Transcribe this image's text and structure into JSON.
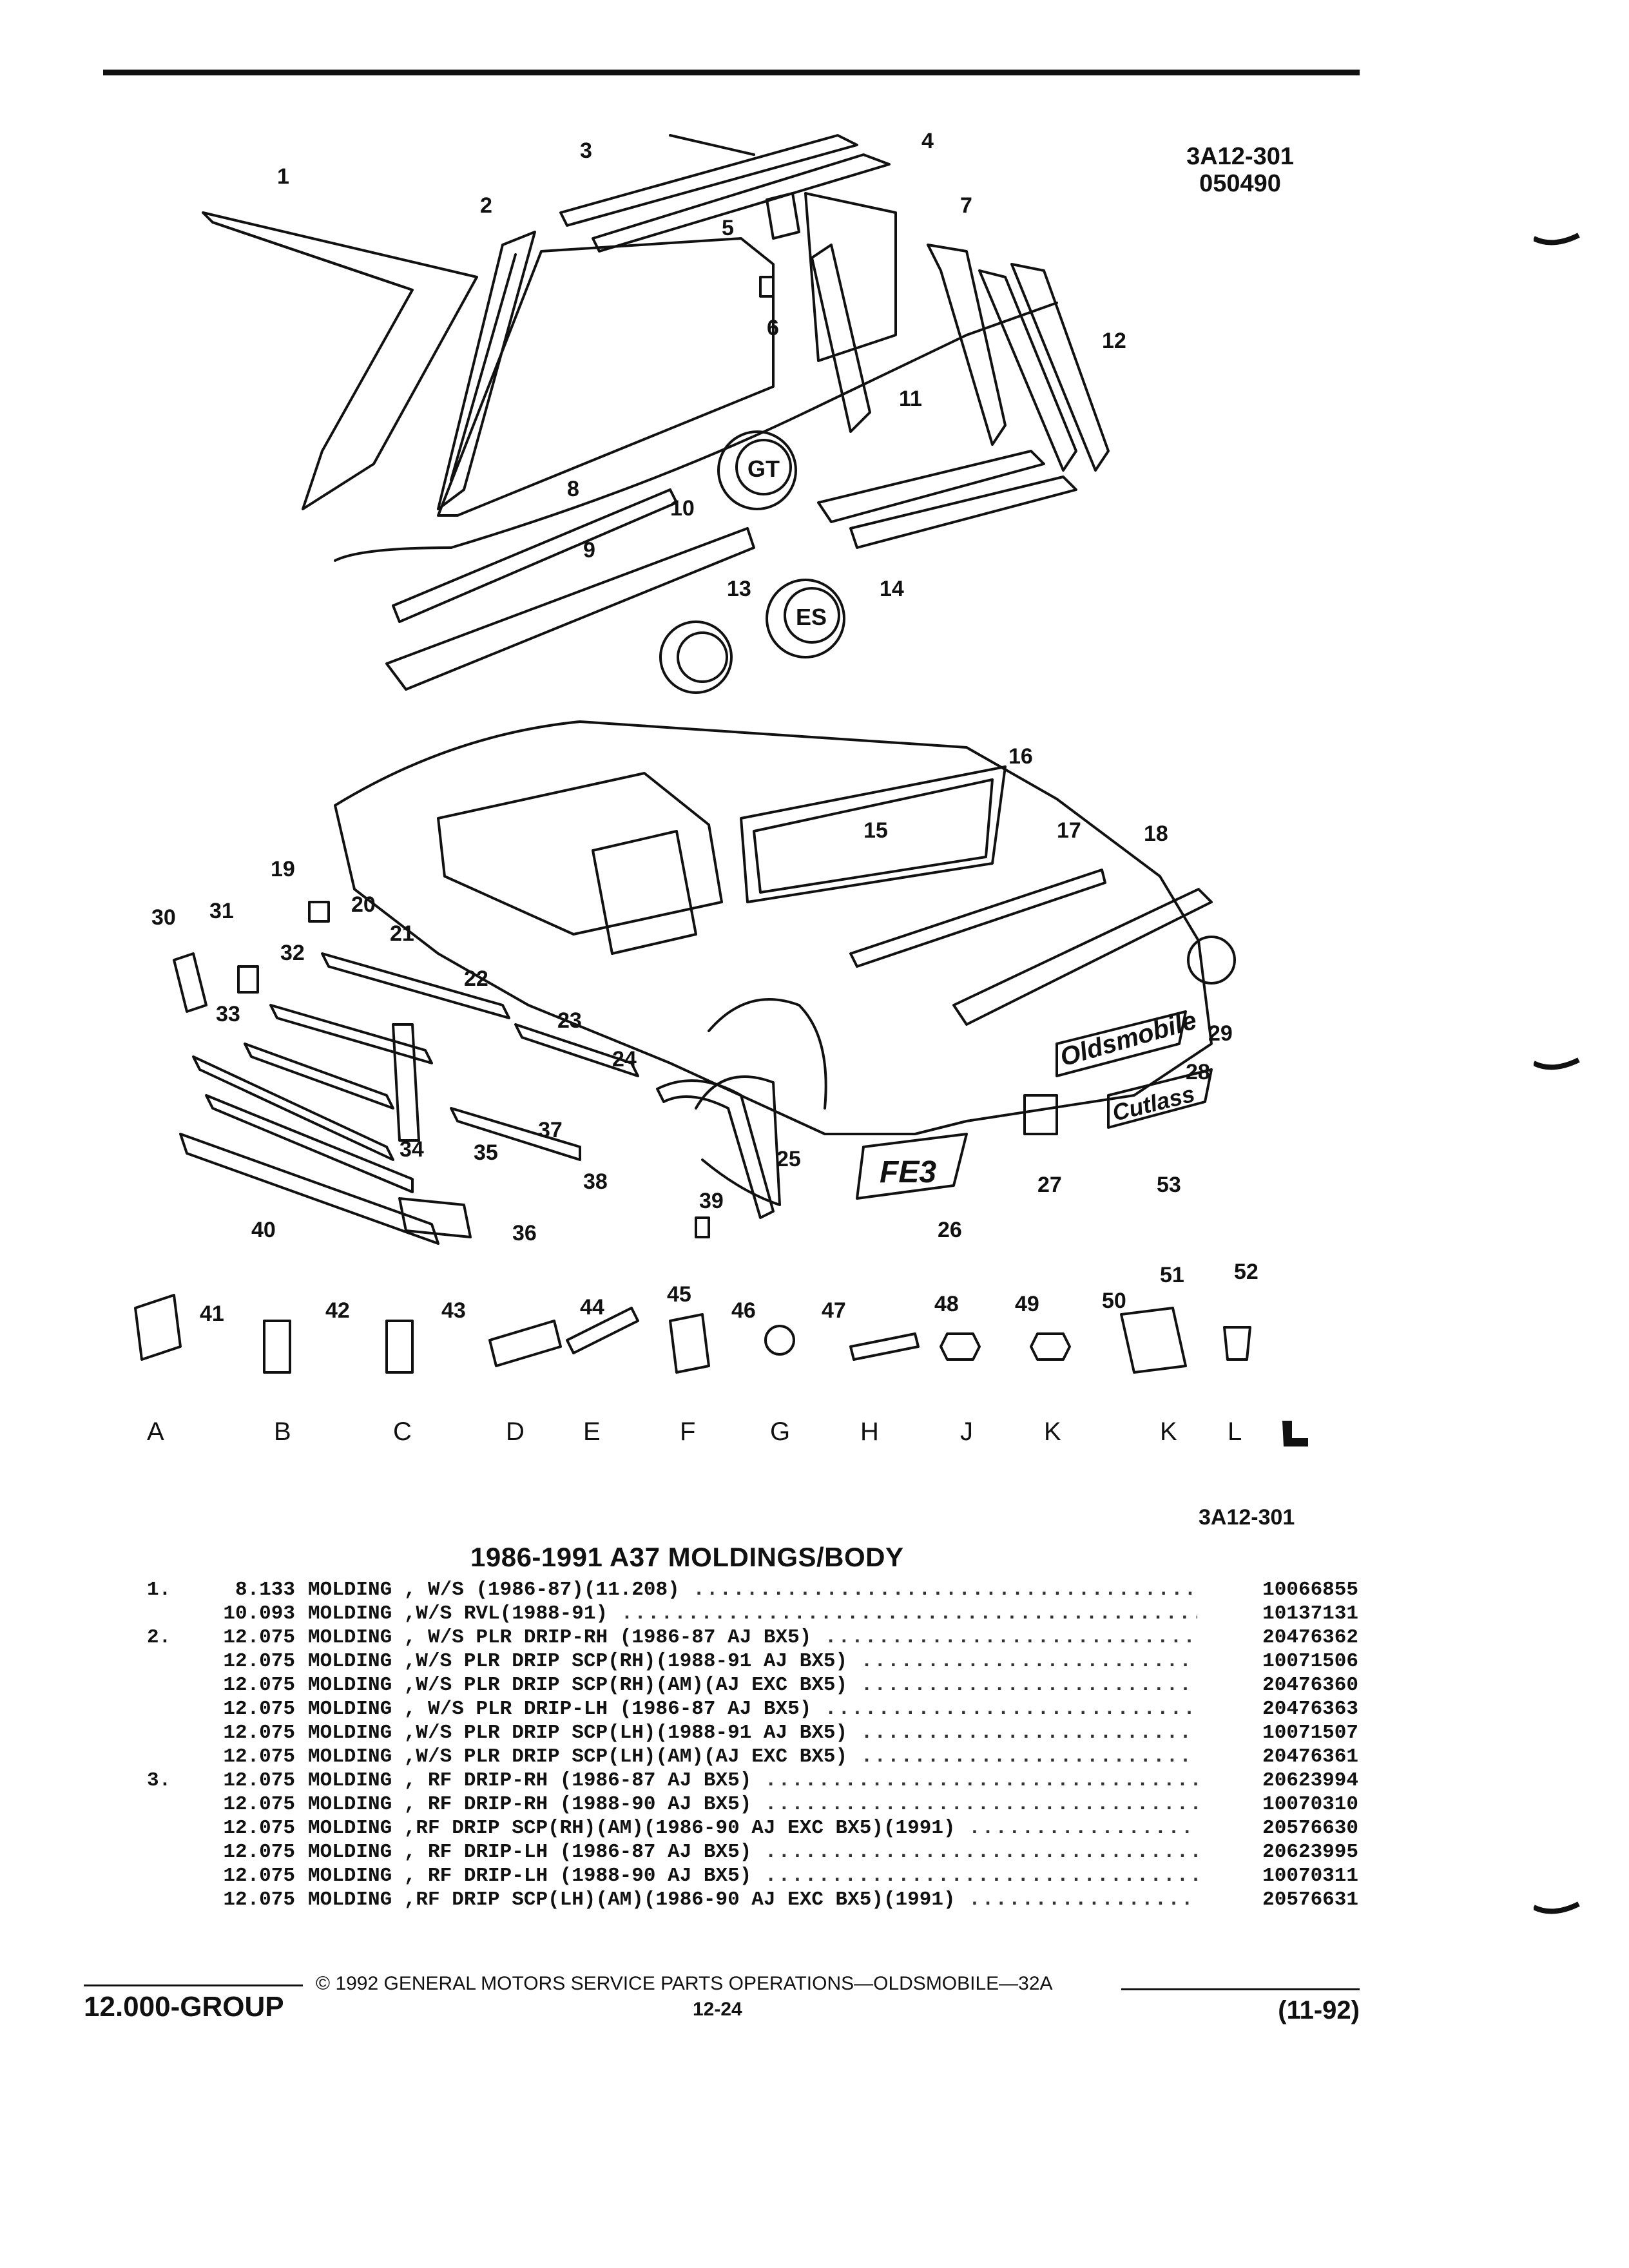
{
  "header": {
    "code": "3A12-301",
    "date_code": "050490"
  },
  "diagram": {
    "callouts": [
      "1",
      "2",
      "3",
      "4",
      "5",
      "6",
      "7",
      "8",
      "9",
      "10",
      "11",
      "12",
      "13",
      "14",
      "16",
      "15",
      "17",
      "18",
      "19",
      "30",
      "31",
      "20",
      "21",
      "22",
      "32",
      "33",
      "23",
      "24",
      "29",
      "28",
      "27",
      "53",
      "26",
      "25",
      "39",
      "38",
      "37",
      "35",
      "34",
      "40",
      "36",
      "41",
      "42",
      "43",
      "44",
      "45",
      "46",
      "47",
      "48",
      "49",
      "50",
      "51",
      "52"
    ],
    "badges": {
      "gt": "GT",
      "es": "ES",
      "oldsmobile": "Oldsmobile",
      "cutlass": "Cutlass",
      "fe3": "FE3"
    },
    "fastener_letters": [
      "A",
      "B",
      "C",
      "D",
      "E",
      "F",
      "G",
      "H",
      "J",
      "K",
      "K",
      "L"
    ]
  },
  "figure_code": "3A12-301",
  "title": "1986-1991 A37 MOLDINGS/BODY",
  "parts": [
    {
      "ref": "1.",
      "qty": "8.133",
      "desc": "MOLDING , W/S (1986-87)(11.208)",
      "pn": "10066855"
    },
    {
      "ref": "",
      "qty": "10.093",
      "desc": "MOLDING ,W/S RVL(1988-91)",
      "pn": "10137131"
    },
    {
      "ref": "2.",
      "qty": "12.075",
      "desc": "MOLDING , W/S PLR DRIP-RH (1986-87 AJ BX5)",
      "pn": "20476362"
    },
    {
      "ref": "",
      "qty": "12.075",
      "desc": "MOLDING ,W/S PLR DRIP SCP(RH)(1988-91 AJ BX5)",
      "pn": "10071506"
    },
    {
      "ref": "",
      "qty": "12.075",
      "desc": "MOLDING ,W/S PLR DRIP SCP(RH)(AM)(AJ EXC BX5)",
      "pn": "20476360"
    },
    {
      "ref": "",
      "qty": "12.075",
      "desc": "MOLDING , W/S PLR DRIP-LH (1986-87 AJ BX5)",
      "pn": "20476363"
    },
    {
      "ref": "",
      "qty": "12.075",
      "desc": "MOLDING ,W/S PLR DRIP SCP(LH)(1988-91 AJ BX5)",
      "pn": "10071507"
    },
    {
      "ref": "",
      "qty": "12.075",
      "desc": "MOLDING ,W/S PLR DRIP SCP(LH)(AM)(AJ EXC BX5)",
      "pn": "20476361"
    },
    {
      "ref": "3.",
      "qty": "12.075",
      "desc": "MOLDING , RF DRIP-RH (1986-87 AJ BX5)",
      "pn": "20623994"
    },
    {
      "ref": "",
      "qty": "12.075",
      "desc": "MOLDING , RF DRIP-RH (1988-90 AJ BX5)",
      "pn": "10070310"
    },
    {
      "ref": "",
      "qty": "12.075",
      "desc": "MOLDING ,RF DRIP SCP(RH)(AM)(1986-90 AJ EXC BX5)(1991)",
      "pn": "20576630"
    },
    {
      "ref": "",
      "qty": "12.075",
      "desc": "MOLDING , RF DRIP-LH (1986-87 AJ BX5)",
      "pn": "20623995"
    },
    {
      "ref": "",
      "qty": "12.075",
      "desc": "MOLDING , RF DRIP-LH (1988-90 AJ BX5)",
      "pn": "10070311"
    },
    {
      "ref": "",
      "qty": "12.075",
      "desc": "MOLDING ,RF DRIP SCP(LH)(AM)(1986-90 AJ EXC BX5)(1991)",
      "pn": "20576631"
    }
  ],
  "footer": {
    "copyright": "© 1992 GENERAL MOTORS SERVICE PARTS OPERATIONS—OLDSMOBILE—32A",
    "group": "12.000-GROUP",
    "page": "12-24",
    "date": "(11-92)"
  }
}
